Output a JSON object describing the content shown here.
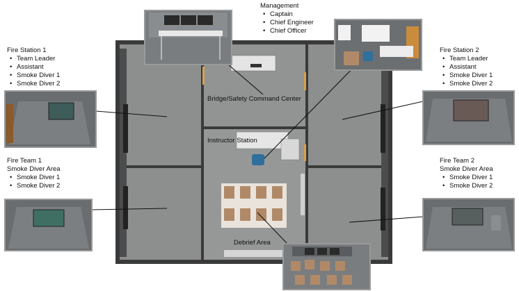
{
  "management": {
    "title": "Management",
    "roles": [
      "Captain",
      "Chief Engineer",
      "Chief Officer"
    ]
  },
  "fire_station_1": {
    "title": "Fire Station 1",
    "roles": [
      "Team Leader",
      "Assistant",
      "Smoke Diver 1",
      "Smoke Diver 2"
    ]
  },
  "fire_station_2": {
    "title": "Fire Station 2",
    "roles": [
      "Team Leader",
      "Assistant",
      "Smoke Diver 1",
      "Smoke Diver 2"
    ]
  },
  "fire_team_1": {
    "title": "Fire Team 1",
    "subtitle": "Smoke Diver Area",
    "roles": [
      "Smoke Diver 1",
      "Smoke Diver 2"
    ]
  },
  "fire_team_2": {
    "title": "Fire Team 2",
    "subtitle": "Smoke Diver Area",
    "roles": [
      "Smoke Diver 1",
      "Smoke Diver 2"
    ]
  },
  "rooms": {
    "bridge": "Bridge/Safety Command Center",
    "instructor": "Instructor Station",
    "debrief": "Debrief Area"
  },
  "colors": {
    "room_floor": "#8c8f8e",
    "wall": "#2a2a2a",
    "thumb_bg": "#6a6d6f",
    "thumb_border": "#9a9a9a",
    "chair": "#b08a68",
    "door": "#d9a14a"
  }
}
